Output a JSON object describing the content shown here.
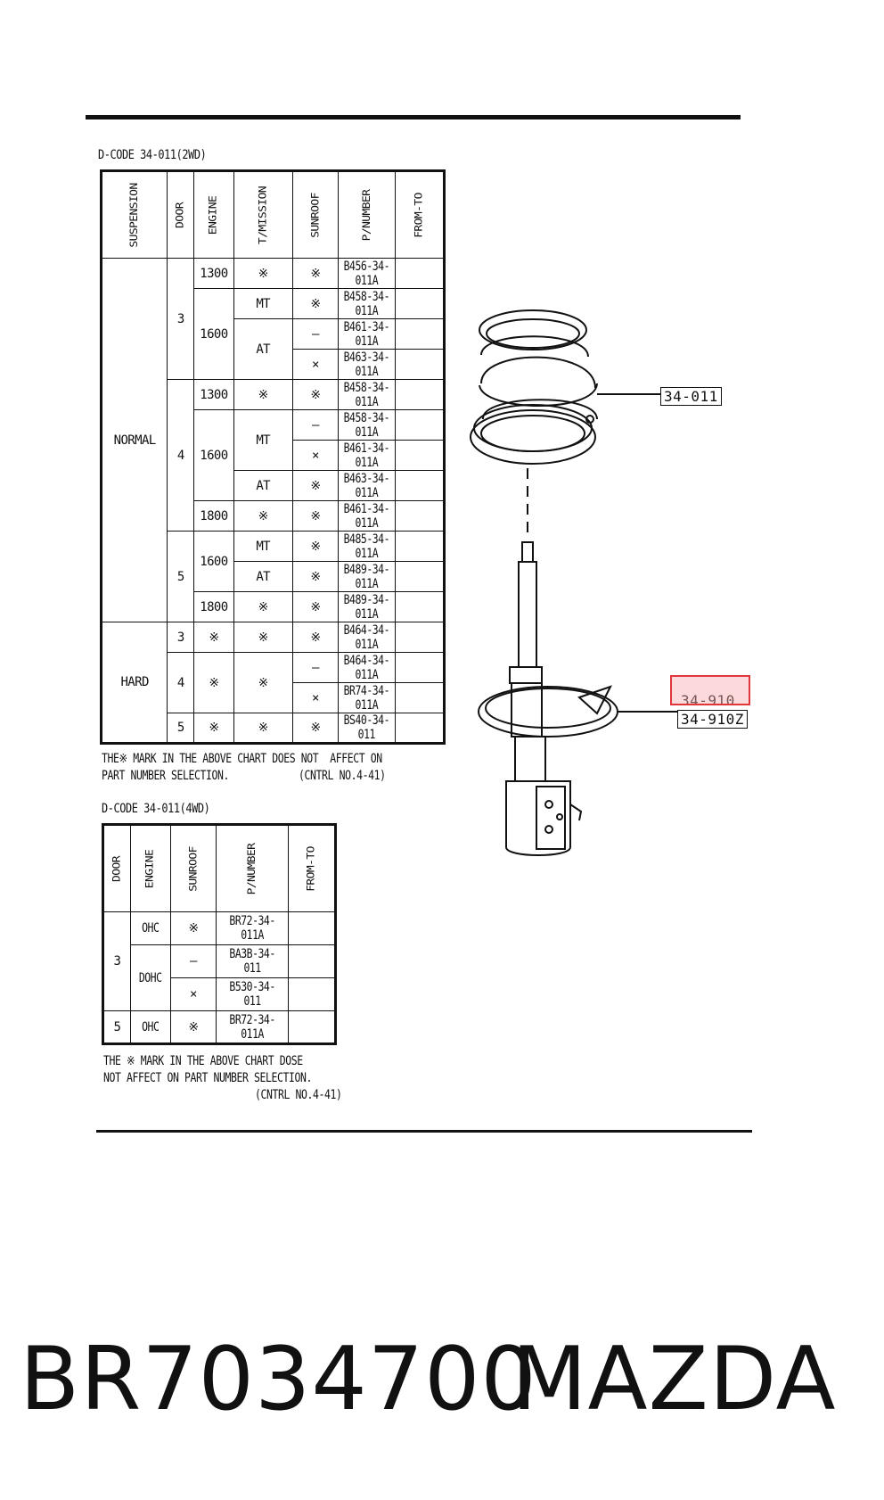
{
  "table_2wd": {
    "caption": "D-CODE 34-011(2WD)",
    "headers": [
      "SUSPENSION",
      "DOOR",
      "ENGINE",
      "T/MISSION",
      "SUNROOF",
      "P/NUMBER",
      "FROM-TO"
    ],
    "cells": {
      "normal": "NORMAL",
      "hard": "HARD",
      "d3": "3",
      "d4": "4",
      "d5": "5",
      "d3b": "3",
      "d4b": "4",
      "d5b": "5",
      "e1300a": "1300",
      "e1600a": "1600",
      "e1300b": "1300",
      "e1600b": "1600",
      "e1800b": "1800",
      "e1600c": "1600",
      "e1800c": "1800",
      "eh3": "※",
      "eh4": "※",
      "eh5": "※",
      "r1t": "※",
      "r1s": "※",
      "r1p": "B456-34-011A",
      "r2t": "MT",
      "r2s": "※",
      "r2p": "B458-34-011A",
      "r3t": "AT",
      "r3s": "—",
      "r3p": "B461-34-011A",
      "r4s": "×",
      "r4p": "B463-34-011A",
      "r5t": "※",
      "r5s": "※",
      "r5p": "B458-34-011A",
      "r6t": "MT",
      "r6s": "—",
      "r6p": "B458-34-011A",
      "r7s": "×",
      "r7p": "B461-34-011A",
      "r8t": "AT",
      "r8s": "※",
      "r8p": "B463-34-011A",
      "r9t": "※",
      "r9s": "※",
      "r9p": "B461-34-011A",
      "r10t": "MT",
      "r10s": "※",
      "r10p": "B485-34-011A",
      "r11t": "AT",
      "r11s": "※",
      "r11p": "B489-34-011A",
      "r12t": "※",
      "r12s": "※",
      "r12p": "B489-34-011A",
      "r13t": "※",
      "r13s": "※",
      "r13p": "B464-34-011A",
      "r14t": "※",
      "r14s": "—",
      "r14p": "B464-34-011A",
      "r15s": "×",
      "r15p": "BR74-34-011A",
      "r16t": "※",
      "r16s": "※",
      "r16p": "BS40-34-011"
    },
    "note_line1": "THE※ MARK IN THE ABOVE CHART DOES NOT  AFFECT ON",
    "note_line2": "PART NUMBER SELECTION.            (CNTRL NO.4-41)"
  },
  "table_4wd": {
    "caption": "D-CODE 34-011(4WD)",
    "headers": [
      "DOOR",
      "ENGINE",
      "SUNROOF",
      "P/NUMBER",
      "FROM-TO"
    ],
    "cells": {
      "d3": "3",
      "d5": "5",
      "e1": "OHC",
      "e2": "DOHC",
      "e4": "OHC",
      "s1": "※",
      "s2": "—",
      "s3": "×",
      "s4": "※",
      "p1": "BR72-34-011A",
      "p2": "BA3B-34-011",
      "p3": "B530-34-011",
      "p4": "BR72-34-011A"
    },
    "note_line1": "THE ※ MARK IN THE ABOVE CHART DOSE",
    "note_line2": "NOT AFFECT ON PART NUMBER SELECTION.",
    "note_line3": "(CNTRL NO.4-41)"
  },
  "drawing": {
    "callout_spring": "34-011",
    "callout_highlight": "34-910",
    "callout_seat": "34-910Z"
  },
  "footer": {
    "part_number": "BR7034700",
    "brand": "MAZDA"
  },
  "colors": {
    "highlight": "#e0353a",
    "ink": "#111111"
  }
}
